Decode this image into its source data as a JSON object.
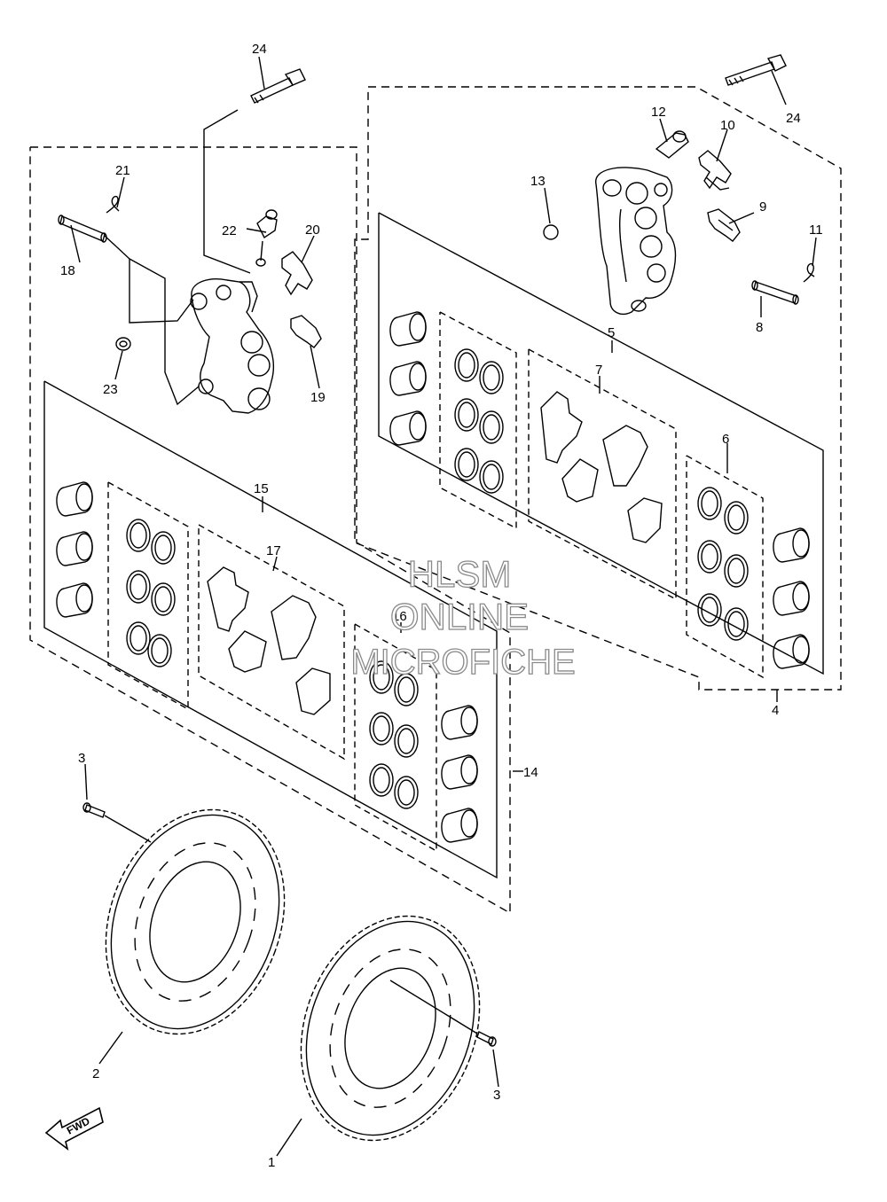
{
  "callouts": {
    "c1": "1",
    "c2": "2",
    "c3a": "3",
    "c3b": "3",
    "c4": "4",
    "c5": "5",
    "c6": "6",
    "c7": "7",
    "c8": "8",
    "c9": "9",
    "c10": "10",
    "c11": "11",
    "c12": "12",
    "c13": "13",
    "c14": "14",
    "c15": "15",
    "c16": "16",
    "c17": "17",
    "c18": "18",
    "c19": "19",
    "c20": "20",
    "c21": "21",
    "c22": "22",
    "c23": "23",
    "c24a": "24",
    "c24b": "24"
  },
  "watermark": {
    "line1": "HLSM",
    "line2": "ONLINE",
    "line3": "MICROFICHE"
  },
  "fwd_label": "FWD"
}
